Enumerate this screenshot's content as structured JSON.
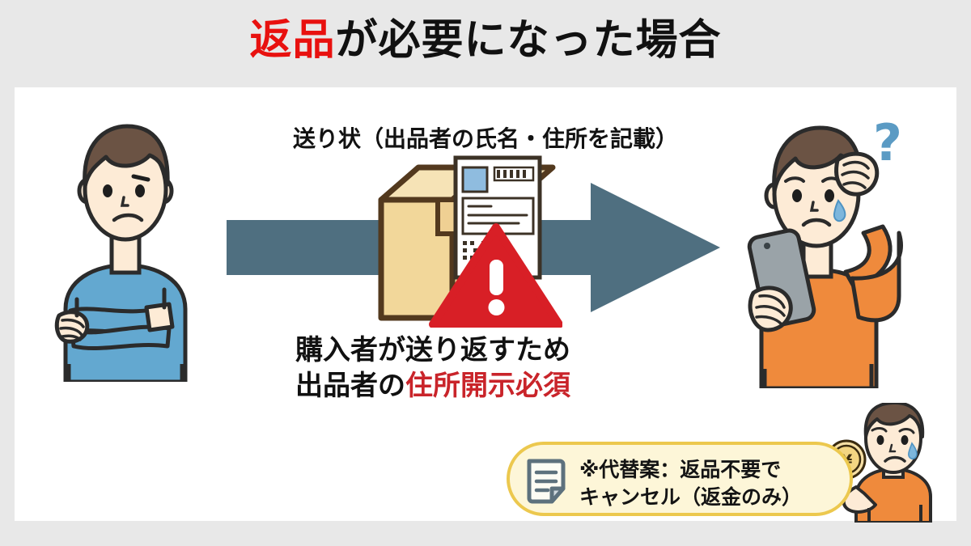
{
  "page": {
    "background_color": "#e8e8e8",
    "card_color": "#ffffff"
  },
  "title": {
    "highlight": "返品",
    "rest": "が必要になった場合",
    "highlight_color": "#e8110f",
    "text_color": "#111111"
  },
  "caption": {
    "top": "送り状（出品者の氏名・住所を記載）"
  },
  "statement": {
    "line1": "購入者が送り返すため",
    "line2_normal": "出品者の",
    "line2_highlight": "住所開示必須",
    "highlight_color": "#c9242a"
  },
  "callout": {
    "line1": "※代替案：返品不要で",
    "line2": "キャンセル（返金のみ）",
    "border_color": "#ecc84e",
    "fill_color": "#fdf6d8",
    "icon": "document-icon",
    "coin_symbol": "¥"
  },
  "illustrations": {
    "left_person": {
      "name": "seller-arms-crossed",
      "shirt_color": "#63a8d0",
      "hair_color": "#6b5344",
      "skin_color": "#fdebd6",
      "expression": "displeased"
    },
    "right_person": {
      "name": "buyer-with-phone",
      "shirt_color": "#ef8a3c",
      "hair_color": "#6b5344",
      "skin_color": "#fdebd6",
      "expression": "worried",
      "question_mark": "?",
      "question_mark_color": "#5b9bc4",
      "phone_color": "#9aa3a8"
    },
    "mini_person": {
      "name": "refund-person",
      "shirt_color": "#ef8a3c",
      "hair_color": "#6b5344"
    },
    "arrow": {
      "name": "flow-arrow-right",
      "color": "#4f6f80",
      "direction": "right"
    },
    "package": {
      "name": "shipping-box",
      "box_color": "#f2d79a",
      "box_outline": "#53391e",
      "label_color": "#ffffff",
      "label_accent": "#8fbcdf"
    },
    "warning": {
      "name": "warning-triangle",
      "color": "#d81f26",
      "symbol": "!"
    }
  }
}
